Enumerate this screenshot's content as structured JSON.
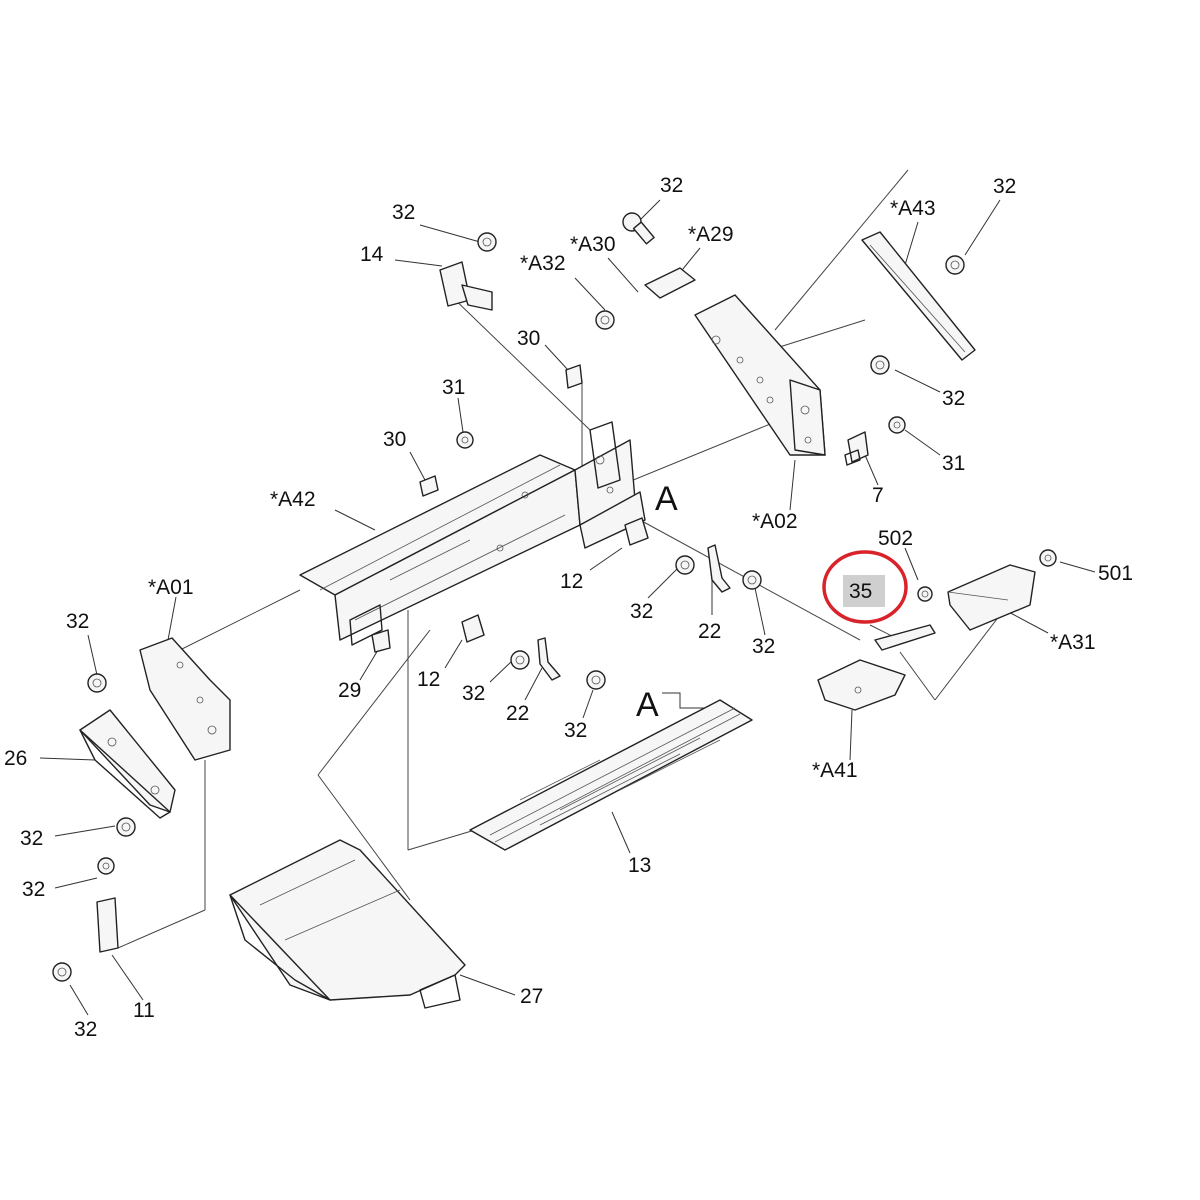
{
  "diagram": {
    "highlight": {
      "part": "35",
      "ring_color": "#d8232a",
      "box_color": "#cfcfcf"
    },
    "labels": {
      "l_32_top": "32",
      "l_32_topright": "32",
      "l_32_14": "32",
      "l_14": "14",
      "l_A30": "*A30",
      "l_A29": "*A29",
      "l_A43": "*A43",
      "l_A32": "*A32",
      "l_30_top": "30",
      "l_31_mid": "31",
      "l_30_mid": "30",
      "l_A42": "*A42",
      "l_32_r1": "32",
      "l_31_r": "31",
      "l_7": "7",
      "l_A": "A",
      "l_A02": "*A02",
      "l_502": "502",
      "l_501": "501",
      "l_35": "35",
      "l_A31": "*A31",
      "l_A41": "*A41",
      "l_A01": "*A01",
      "l_32_a01": "32",
      "l_12_top": "12",
      "l_32_c1": "32",
      "l_22_r": "22",
      "l_32_c2": "32",
      "l_29": "29",
      "l_12_low": "12",
      "l_32_c3": "32",
      "l_22_low": "22",
      "l_32_c4": "32",
      "l_A_low": "A",
      "l_26": "26",
      "l_32_l1": "32",
      "l_32_l2": "32",
      "l_13": "13",
      "l_11": "11",
      "l_32_l3": "32",
      "l_27": "27"
    }
  }
}
